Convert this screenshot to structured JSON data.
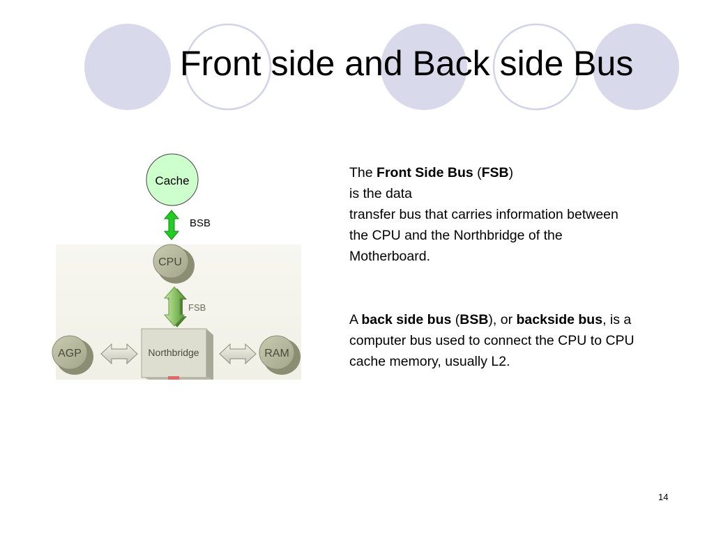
{
  "slide": {
    "title": "Front side and Back side Bus",
    "page_number": "14",
    "accent_circle_fill": "#d9d9ec",
    "accent_circle_stroke": "#d2d2e8"
  },
  "diagram": {
    "cache_label": "Cache",
    "bsb_label": "BSB",
    "cpu_label": "CPU",
    "fsb_label": "FSB",
    "northbridge_label": "Northbridge",
    "agp_label": "AGP",
    "ram_label": "RAM",
    "cache_fill": "#ccffcc",
    "bsb_arrow_fill": "#22cc22",
    "node_fill": "#b3b59a",
    "northbridge_fill": "#deded0"
  },
  "fsb_paragraph": {
    "t1": "The ",
    "b1": "Front Side Bus",
    "t2": " (",
    "b2": "FSB",
    "t3": ")",
    "line2": "is the data",
    "line3": "transfer bus that carries information between",
    "line4": "the CPU and the Northbridge of the",
    "line5": "Motherboard."
  },
  "bsb_paragraph": {
    "t1": "A ",
    "b1": "back side bus",
    "t2": " (",
    "b2": "BSB",
    "t3": "), or ",
    "b3": "backside bus",
    "t4": ", is a",
    "line2": "computer bus used to connect the CPU to CPU",
    "line3": "cache memory, usually L2."
  }
}
